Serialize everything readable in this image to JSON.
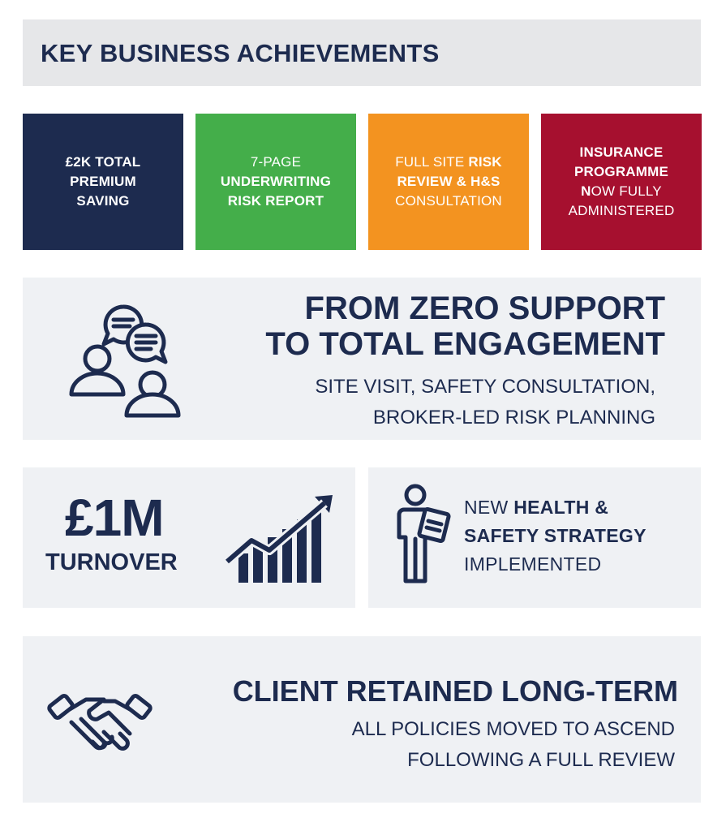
{
  "header": {
    "title": "KEY BUSINESS ACHIEVEMENTS"
  },
  "tiles": [
    {
      "lines": [
        "£2K TOTAL",
        "PREMIUM",
        "SAVING"
      ]
    },
    {
      "pre": "7-PAGE",
      "bold1": "UNDERWRITING",
      "bold2": "RISK REPORT"
    },
    {
      "pre": "FULL SITE ",
      "bold1": "RISK",
      "bold2": "REVIEW & H&S",
      "post": "CONSULTATION"
    },
    {
      "line1": "INSURANCE",
      "line2": "PROGRAMME",
      "n": "N",
      "rest": "OW FULLY",
      "line4": "ADMINISTERED"
    }
  ],
  "engagement": {
    "title_line1": "FROM ZERO SUPPORT",
    "title_line2": "TO TOTAL ENGAGEMENT",
    "sub_line1": "SITE VISIT, SAFETY CONSULTATION,",
    "sub_line2": "BROKER-LED RISK PLANNING",
    "icon": "people-chat-icon"
  },
  "turnover": {
    "amount": "£1M",
    "label": "TURNOVER",
    "icon": "growth-chart-icon"
  },
  "strategy": {
    "pre": "NEW ",
    "bold1": "HEALTH &",
    "bold2": "SAFETY STRATEGY",
    "post": "IMPLEMENTED",
    "icon": "person-clipboard-icon"
  },
  "retained": {
    "title": "CLIENT RETAINED LONG-TERM",
    "sub_line1": "ALL POLICIES MOVED TO ASCEND",
    "sub_line2": "FOLLOWING A FULL REVIEW",
    "icon": "handshake-icon"
  },
  "colors": {
    "navy": "#1d2b4f",
    "green": "#44ae4a",
    "orange": "#f39320",
    "crimson": "#a6102f",
    "panel": "#eff1f4"
  }
}
